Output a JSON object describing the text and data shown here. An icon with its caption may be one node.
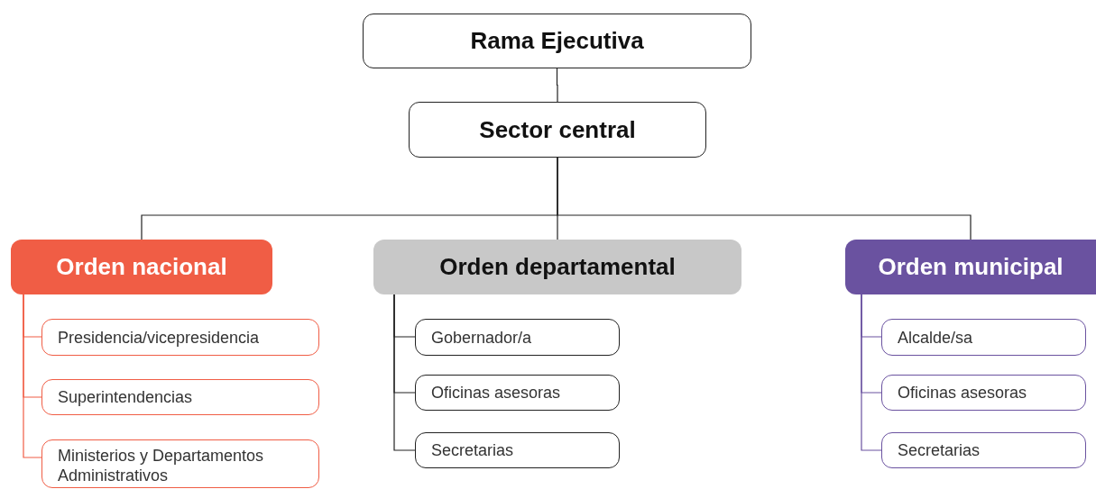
{
  "diagram": {
    "nodes": [
      {
        "text": [
          "Rama Ejecutiva"
        ]
      },
      {
        "text": [
          "Sector central"
        ]
      },
      {
        "text": [
          "Orden nacional"
        ]
      },
      {
        "text": [
          "Orden departamental"
        ]
      },
      {
        "text": [
          "Orden municipal"
        ]
      },
      {
        "text": [
          "Presidencia/vicepresidencia"
        ]
      },
      {
        "text": [
          "Superintendencias"
        ]
      },
      {
        "text": [
          "Ministerios y Departamentos Administrativos"
        ]
      },
      {
        "text": [
          "Gobernador/a"
        ]
      },
      {
        "text": [
          "Oficinas asesoras"
        ]
      },
      {
        "text": [
          "Secretarias"
        ]
      },
      {
        "text": [
          "Alcalde/sa"
        ]
      },
      {
        "text": [
          "Oficinas asesoras"
        ]
      },
      {
        "text": [
          "Secretarias"
        ]
      }
    ],
    "edges": [
      {
        "from": 0,
        "to": 1,
        "arrow": "none"
      },
      {
        "from": 1,
        "to": 2,
        "arrow": "none"
      },
      {
        "from": 1,
        "to": 3,
        "arrow": "none"
      },
      {
        "from": 1,
        "to": 4,
        "arrow": "none"
      },
      {
        "from": 2,
        "to": 5,
        "arrow": "none",
        "color": "#f05d45"
      },
      {
        "from": 2,
        "to": 6,
        "arrow": "none",
        "color": "#f05d45"
      },
      {
        "from": 2,
        "to": 7,
        "arrow": "none",
        "color": "#f05d45"
      },
      {
        "from": 3,
        "to": 8,
        "arrow": "none"
      },
      {
        "from": 3,
        "to": 9,
        "arrow": "none"
      },
      {
        "from": 3,
        "to": 10,
        "arrow": "none"
      },
      {
        "from": 4,
        "to": 11,
        "arrow": "none",
        "color": "#6a52a0"
      },
      {
        "from": 4,
        "to": 12,
        "arrow": "none",
        "color": "#6a52a0"
      },
      {
        "from": 4,
        "to": 13,
        "arrow": "none",
        "color": "#6a52a0"
      }
    ]
  }
}
